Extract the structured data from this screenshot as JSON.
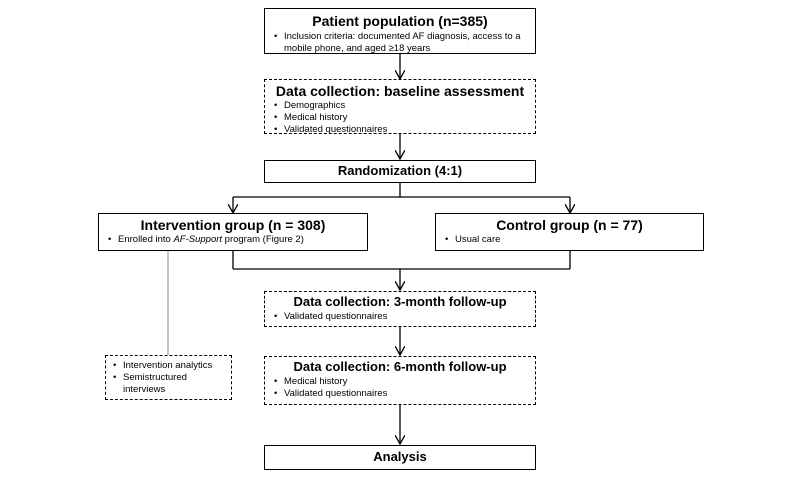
{
  "boxes": {
    "population": {
      "title": "Patient population (n=385)",
      "bullets": [
        "Inclusion criteria: documented AF diagnosis, access to a mobile phone, and aged ≥18 years"
      ]
    },
    "baseline": {
      "title": "Data collection: baseline assessment",
      "bullets": [
        "Demographics",
        "Medical history",
        "Validated questionnaires"
      ]
    },
    "randomization": {
      "title": "Randomization (4:1)"
    },
    "intervention": {
      "title": "Intervention group (n = 308)",
      "bullet_pre": "Enrolled into ",
      "bullet_em": "AF-Support",
      "bullet_post": " program (Figure 2)"
    },
    "control": {
      "title": "Control group (n = 77)",
      "bullets": [
        "Usual care"
      ]
    },
    "followup3": {
      "title": "Data collection: 3-month follow-up",
      "bullets": [
        "Validated questionnaires"
      ]
    },
    "followup6": {
      "title": "Data collection: 6-month follow-up",
      "bullets": [
        "Medical history",
        "Validated questionnaires"
      ]
    },
    "analytics": {
      "bullets": [
        "Intervention analytics",
        "Semistructured interviews"
      ]
    },
    "analysis": {
      "title": "Analysis"
    }
  }
}
